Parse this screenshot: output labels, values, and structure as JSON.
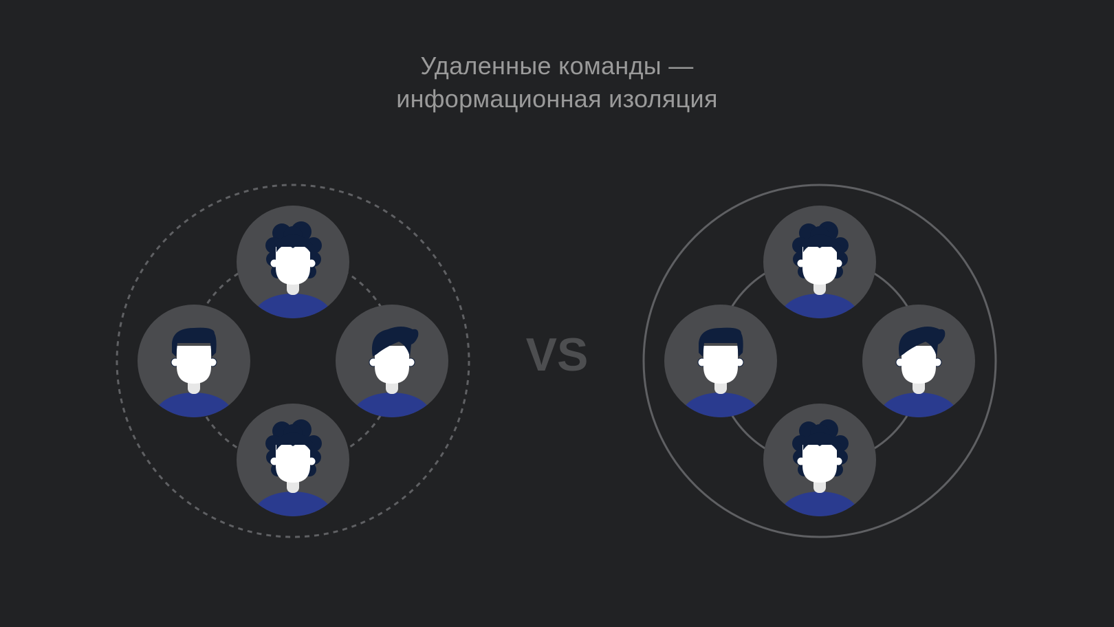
{
  "title": {
    "line1": "Удаленные команды —",
    "line2": "информационная изоляция"
  },
  "vs_label": "VS",
  "colors": {
    "background": "#212224",
    "avatar_bg": "#4a4b4e",
    "ring": "#5f6063",
    "title_text": "#9a9a9a",
    "vs_text": "#4d4e50",
    "hair": "#0f1f3d",
    "skin": "#ffffff",
    "neck": "#e7e7e7",
    "shirt": "#2a3b8f"
  },
  "groups": [
    {
      "name": "isolated-team",
      "ring_style": "dashed",
      "members": [
        {
          "position": "top",
          "hair": "curly"
        },
        {
          "position": "left",
          "hair": "short"
        },
        {
          "position": "right",
          "hair": "quiff"
        },
        {
          "position": "bottom",
          "hair": "curly"
        }
      ]
    },
    {
      "name": "connected-team",
      "ring_style": "solid",
      "members": [
        {
          "position": "top",
          "hair": "curly"
        },
        {
          "position": "left",
          "hair": "short"
        },
        {
          "position": "right",
          "hair": "quiff"
        },
        {
          "position": "bottom",
          "hair": "curly"
        }
      ]
    }
  ]
}
